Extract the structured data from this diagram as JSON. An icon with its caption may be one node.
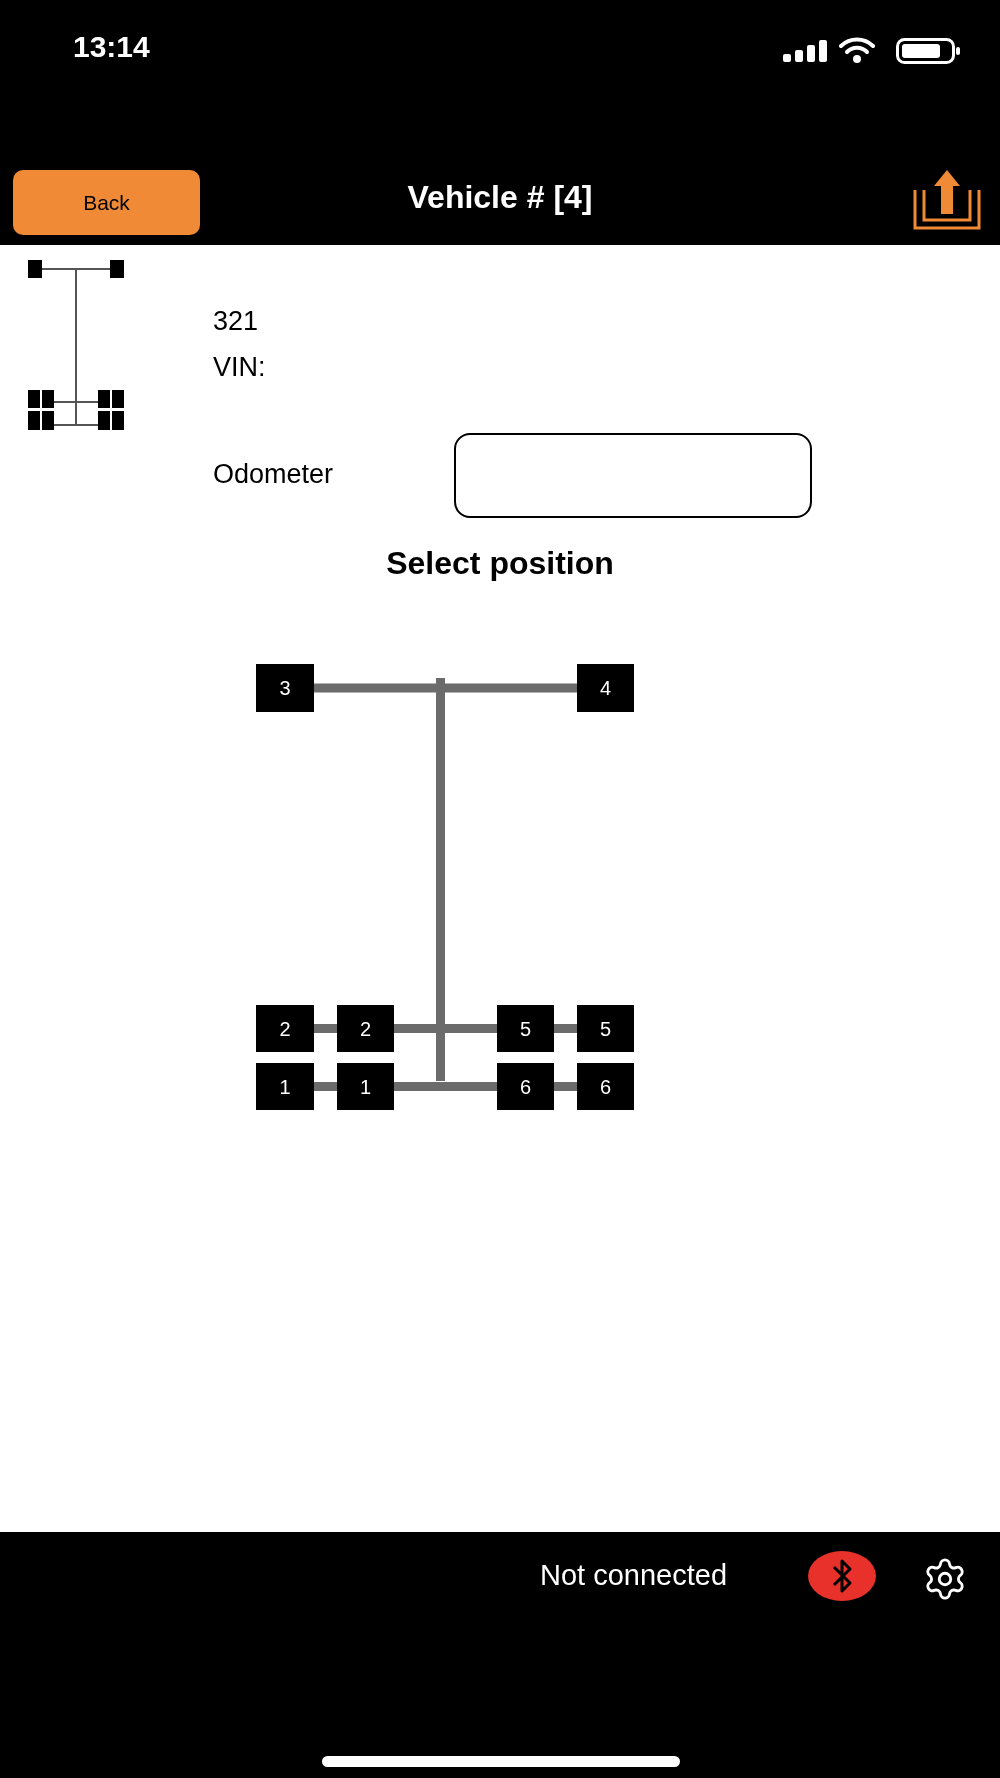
{
  "diagram": {
    "title": "Vehicle # [4]",
    "nodes": [
      {
        "text": [
          "3"
        ]
      },
      {
        "text": [
          "4"
        ]
      },
      {
        "text": [
          "2"
        ]
      },
      {
        "text": [
          "2"
        ]
      },
      {
        "text": [
          "5"
        ]
      },
      {
        "text": [
          "5"
        ]
      },
      {
        "text": [
          "1"
        ]
      },
      {
        "text": [
          "1"
        ]
      },
      {
        "text": [
          "6"
        ]
      },
      {
        "text": [
          "6"
        ]
      }
    ],
    "edges": [
      {
        "from": 0,
        "to": 1,
        "arrow": "none"
      },
      {
        "from": 2,
        "to": 3,
        "arrow": "none"
      },
      {
        "from": 3,
        "to": 4,
        "arrow": "none"
      },
      {
        "from": 4,
        "to": 5,
        "arrow": "none"
      },
      {
        "from": 6,
        "to": 7,
        "arrow": "none"
      },
      {
        "from": 7,
        "to": 8,
        "arrow": "none"
      },
      {
        "from": 8,
        "to": 9,
        "arrow": "none"
      }
    ],
    "labels": [
      "13:14",
      "Back",
      "321",
      "VIN:",
      "Odometer",
      "Select position",
      "Not connected"
    ]
  }
}
